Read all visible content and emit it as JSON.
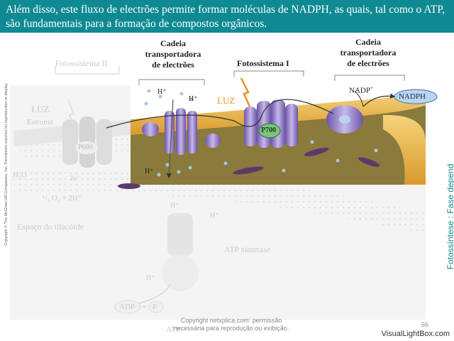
{
  "header": {
    "text": "Além disso, este fluxo de electrões permite formar moléculas de NADPH, as quais, tal como o ATP, são fundamentais para a formação de compostos orgânicos."
  },
  "labels": {
    "fotossistema_ii": "Fotossistema II",
    "cadeia_1": [
      "Cadeia",
      "transportadora",
      "de electrões"
    ],
    "fotossistema_i": "Fotossistema I",
    "cadeia_2": [
      "Cadeia",
      "transportadora",
      "de electrões"
    ],
    "nadp": "NADP",
    "nadp_sup": "+",
    "nadph": "NADPH",
    "luz_1": "LUZ",
    "luz_2": "LUZ",
    "estroma": "Estroma",
    "p680": "P680",
    "p700": "P700",
    "h2o": "H₂O",
    "two_e": "2e⁻",
    "half_o2": "¹/₂ O₂ + 2H⁺",
    "espaco": "Espaço do tilacóide",
    "atp_sintetase": "ATP sintetase",
    "adp": "ADP",
    "plus": "+",
    "p": "P",
    "atp": "ATP",
    "h_plus": "H⁺"
  },
  "side": {
    "copyright": "Copyright © The McGraw-Hill Companies, Inc. Permission required for reproduction or display.",
    "title": "Fotossíntese : Fase depend"
  },
  "footer": {
    "page_number": "66",
    "watermark": "VisualLightBox.com",
    "copyright_overlay": [
      "Copyright netxplica.com: permissão",
      "necessária para reprodução ou exibição."
    ]
  },
  "colors": {
    "header_bg": "#0f8a93",
    "membrane": "#e8b04a",
    "interior": "#8a7a3c",
    "protein": "#9a85c8",
    "p700": "#7bc47f",
    "nadph": "#b8d4ee",
    "luz": "#f08a1e"
  }
}
